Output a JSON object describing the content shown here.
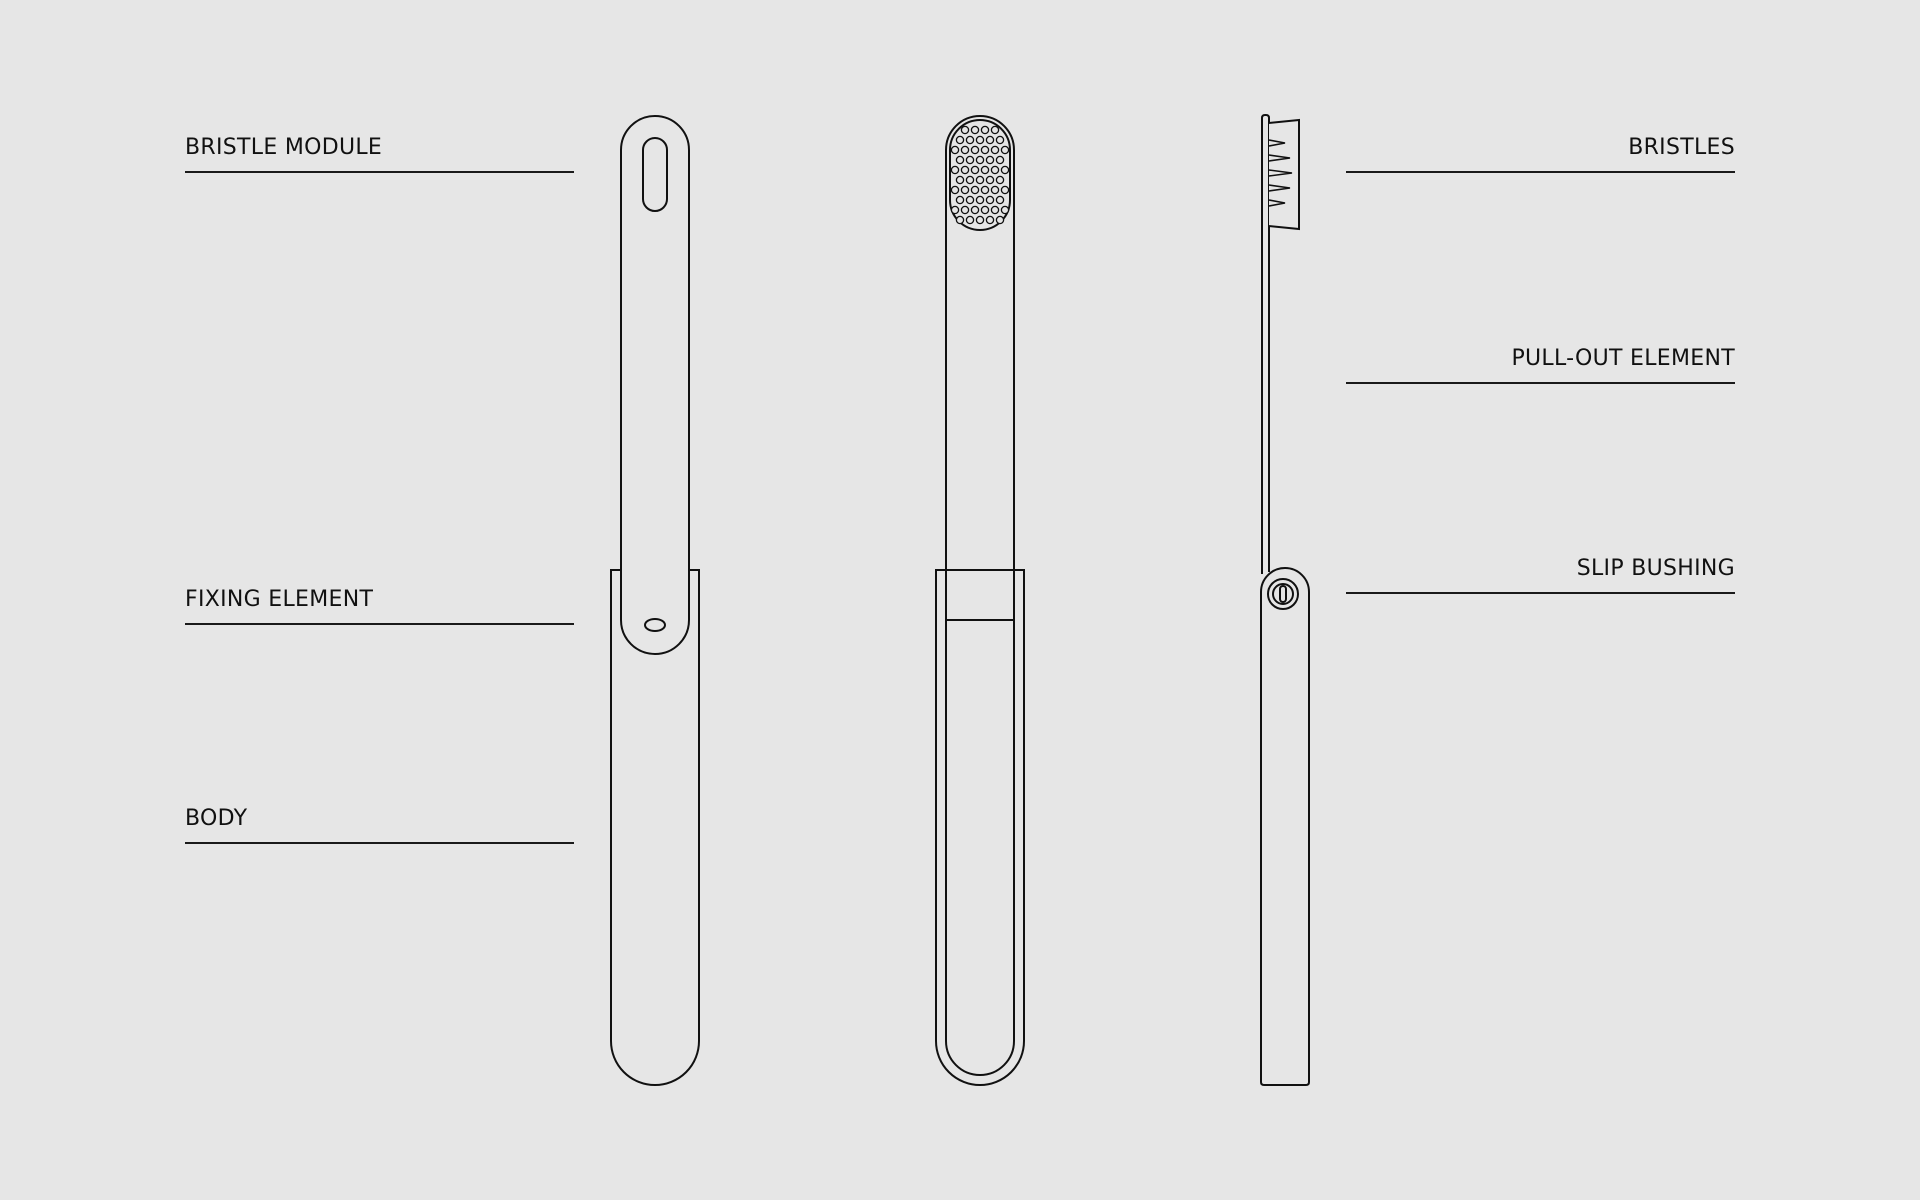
{
  "labels_left": [
    {
      "key": "bristle_module",
      "text": "BRISTLE MODULE"
    },
    {
      "key": "fixing_element",
      "text": "FIXING ELEMENT"
    },
    {
      "key": "body",
      "text": "BODY"
    }
  ],
  "labels_right": [
    {
      "key": "bristles",
      "text": "BRISTLES"
    },
    {
      "key": "pull_out_element",
      "text": "PULL-OUT ELEMENT"
    },
    {
      "key": "slip_bushing",
      "text": "SLIP BUSHING"
    }
  ],
  "colors": {
    "background": "#e6e6e6",
    "line": "#111111",
    "fill": "#e6e6e6"
  },
  "views": [
    {
      "name": "back-view"
    },
    {
      "name": "front-view"
    },
    {
      "name": "side-view"
    }
  ]
}
